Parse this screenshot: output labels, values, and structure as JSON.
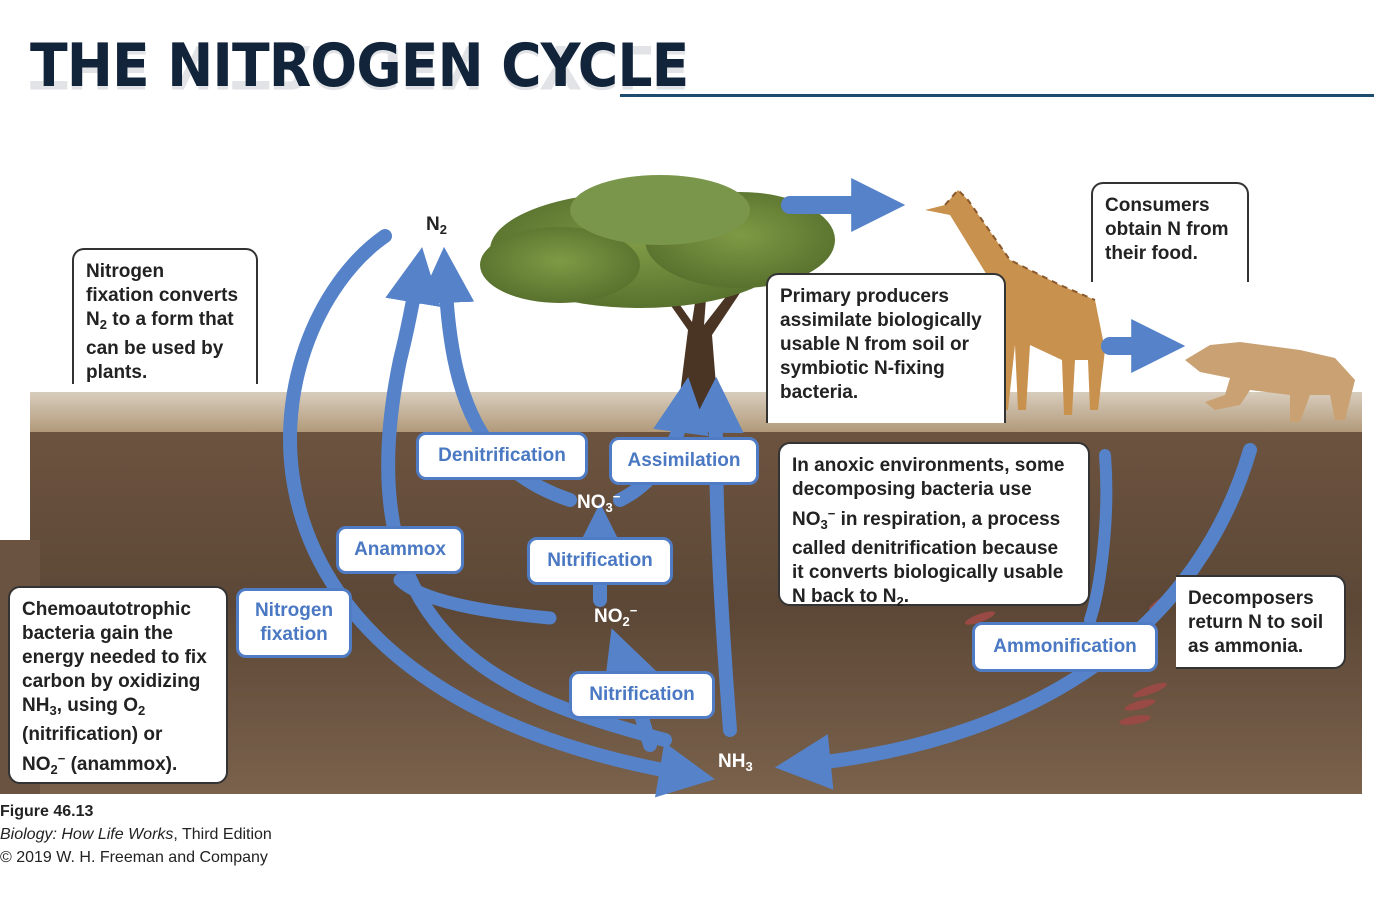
{
  "title": "THE NITROGEN CYCLE",
  "colors": {
    "arrow": "#5582c8",
    "soil": "#5a4433",
    "process_border": "#4f7cc4",
    "title": "#12243a"
  },
  "chemicals": {
    "n2": [
      "N",
      "2",
      ""
    ],
    "no3": [
      "NO",
      "3",
      "−"
    ],
    "no2": [
      "NO",
      "2",
      "−"
    ],
    "nh3": [
      "NH",
      "3",
      ""
    ]
  },
  "processes": {
    "denitrification": "Denitrification",
    "assimilation": "Assimilation",
    "anammox": "Anammox",
    "nitrification_upper": "Nitrification",
    "nitrification_lower": "Nitrification",
    "nitrogen_fixation_line1": "Nitrogen",
    "nitrogen_fixation_line2": "fixation",
    "ammonification": "Ammonification"
  },
  "boxes": {
    "nitrogen_fixation": [
      "Nitrogen",
      "fixation converts",
      [
        "N",
        "2",
        " to a form that"
      ],
      "can be used by",
      "plants."
    ],
    "consumers": [
      "Consumers",
      "obtain N from",
      "their food."
    ],
    "primary_producers": [
      "Primary producers",
      "assimilate biologically",
      "usable N from soil or",
      "symbiotic N-fixing",
      "bacteria."
    ],
    "anoxic": [
      "In anoxic environments, some",
      "decomposing bacteria use",
      [
        "NO",
        "3",
        "−",
        " in respiration, a process"
      ],
      "called denitrification because",
      "it converts biologically usable",
      [
        "N back to N",
        "2",
        "."
      ]
    ],
    "decomposers": [
      "Decomposers",
      "return N to soil",
      "as ammonia."
    ],
    "chemoautotrophic": [
      "Chemoautotrophic",
      "bacteria gain the",
      "energy needed to fix",
      "carbon by oxidizing",
      [
        "NH",
        "3",
        ", using O",
        "2"
      ],
      "(nitrification) or",
      [
        "NO",
        "2",
        "−",
        " (anammox)."
      ]
    ]
  },
  "caption": {
    "figure": "Figure 46.13",
    "book_title": "Biology: How Life Works",
    "edition": ", Third Edition",
    "copyright": "© 2019 W. H. Freeman and Company"
  },
  "illustrations": {
    "tree": "acacia-tree",
    "giraffe": "giraffe",
    "lioness": "lioness",
    "worms": "earthworms"
  }
}
